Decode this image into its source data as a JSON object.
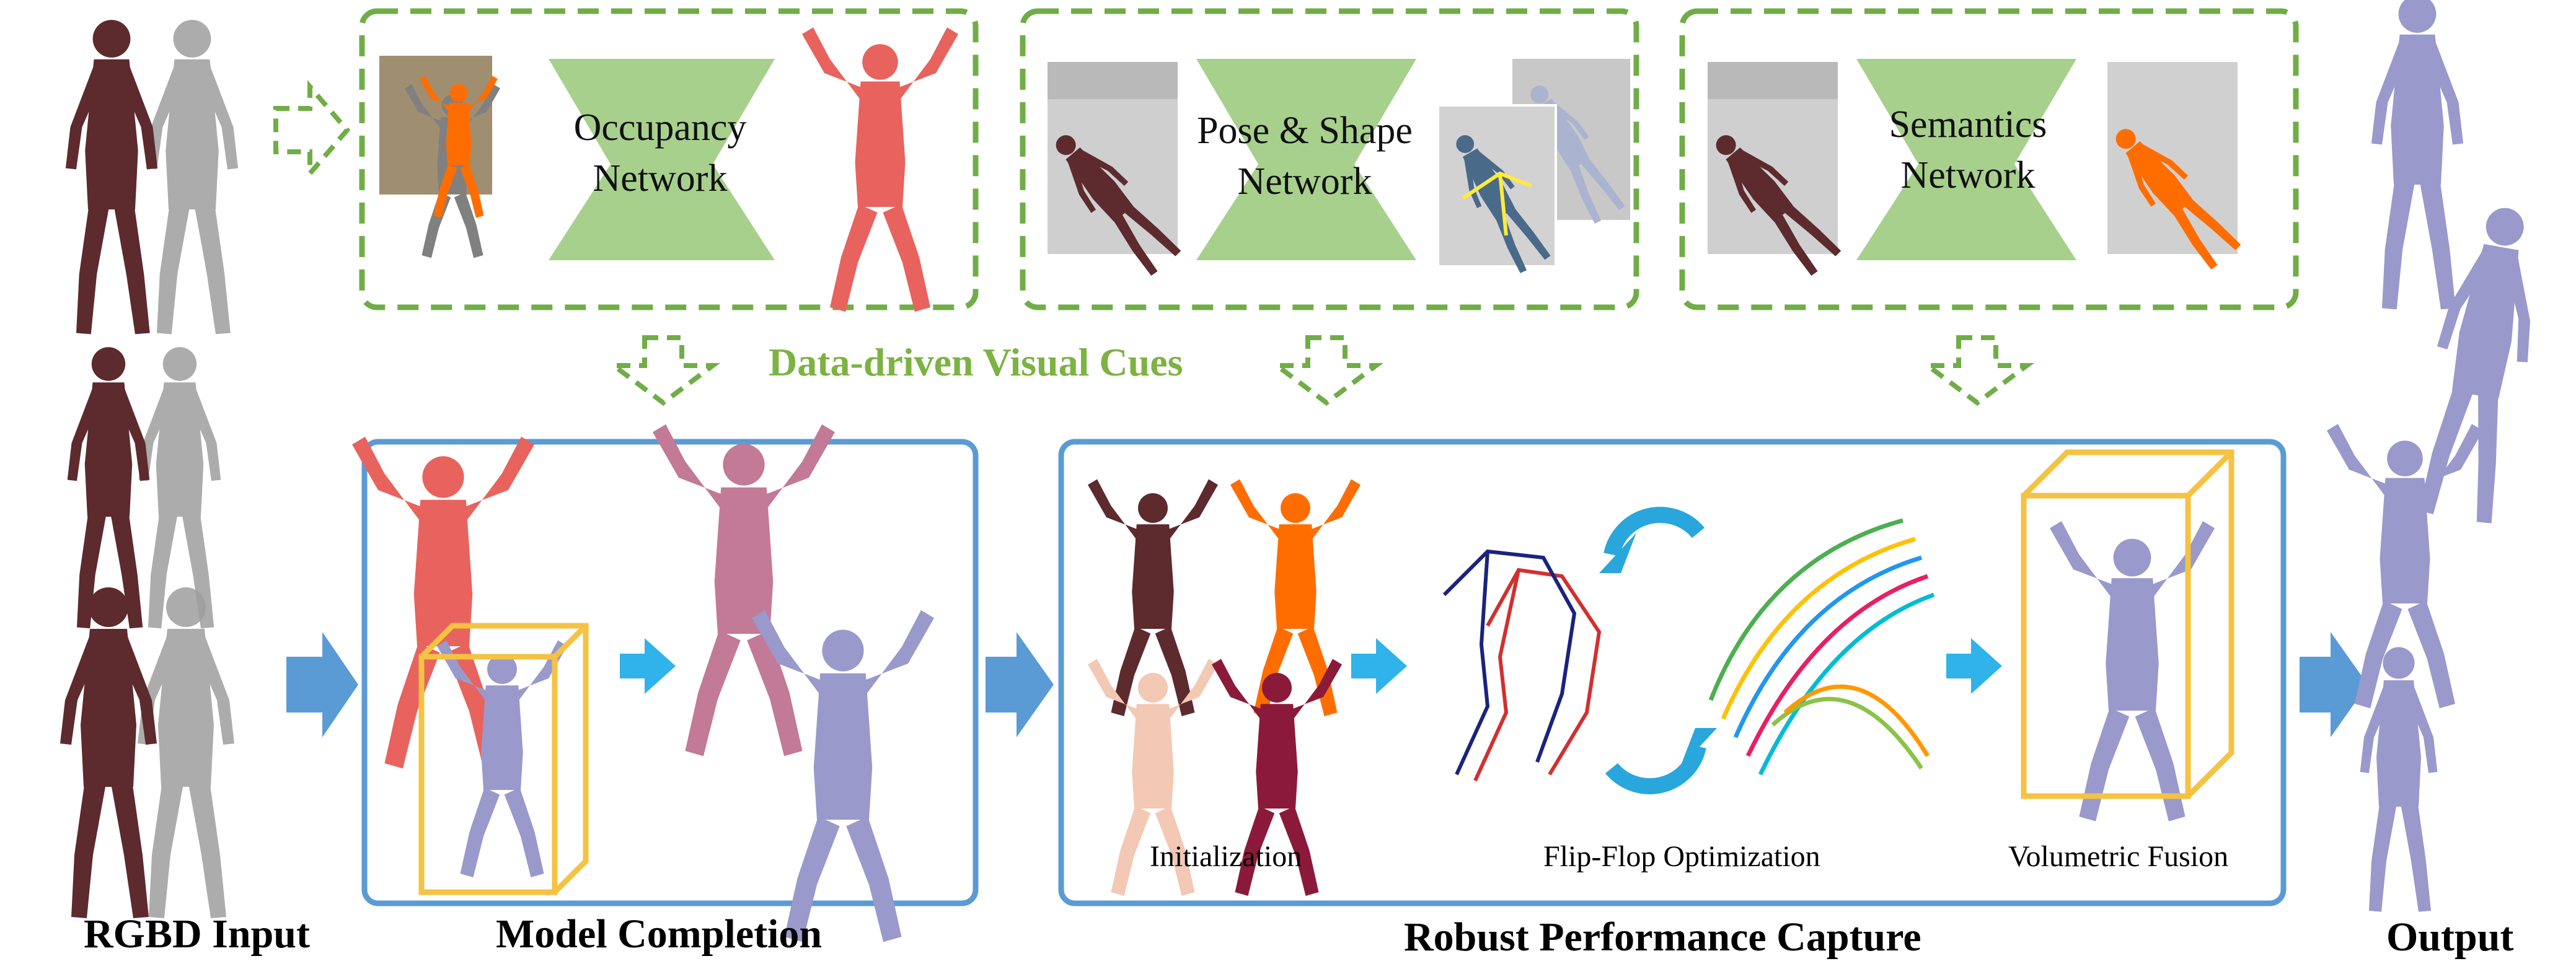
{
  "colors": {
    "green_dashed": "#70ad47",
    "green_net": "#a8d08d",
    "blue_panel": "#5b9bd5",
    "blue_arrow": "#5b9bd5",
    "yellow_box": "#f5c242",
    "mesh_red": "#e8635e",
    "mesh_purple": "#9999cc",
    "skin": "#f3c8b4",
    "shirt_orange": "#ff6d00",
    "pants_teal": "#00796b"
  },
  "stages": {
    "rgbd_input": "RGBD Input",
    "model_completion": "Model Completion",
    "robust_performance_capture": "Robust Performance Capture",
    "output": "Output"
  },
  "networks": {
    "occupancy": [
      "Occupancy",
      "Network"
    ],
    "pose_shape": [
      "Pose & Shape",
      "Network"
    ],
    "semantics": [
      "Semantics",
      "Network"
    ]
  },
  "cues_label": "Data-driven Visual Cues",
  "capture_steps": {
    "initialization": "Initialization",
    "flip_flop": "Flip-Flop Optimization",
    "volumetric_fusion": "Volumetric Fusion"
  }
}
